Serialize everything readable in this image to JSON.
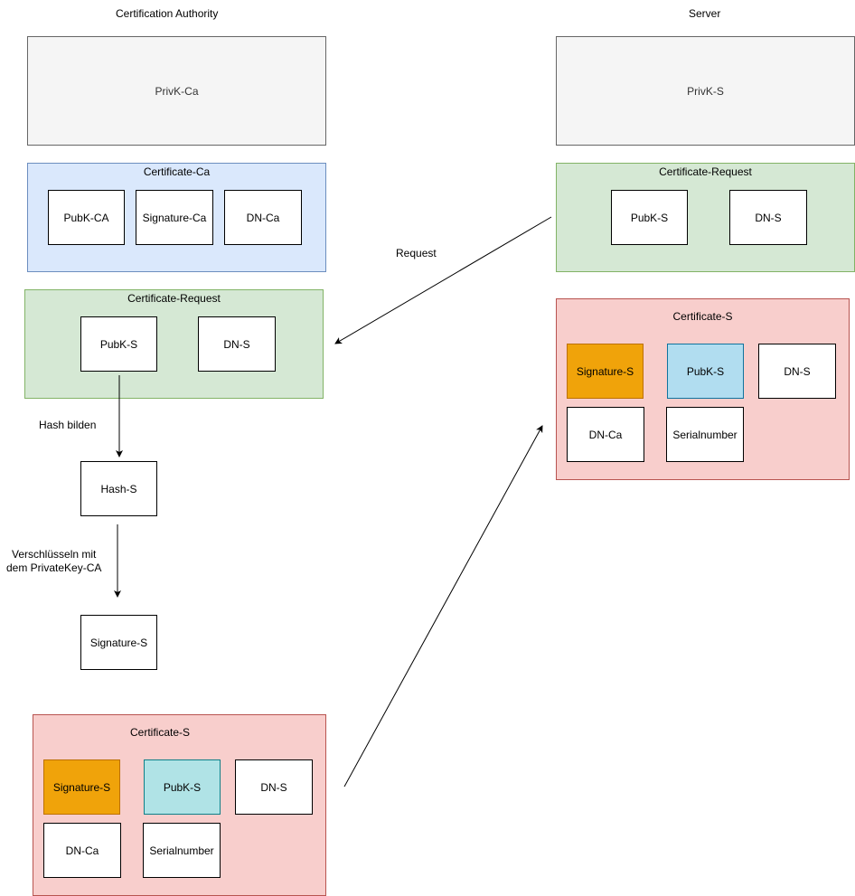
{
  "ca": {
    "title": "Certification Authority",
    "privkey": "PrivK-Ca",
    "certificate": {
      "title": "Certificate-Ca",
      "pubkey": "PubK-CA",
      "signature": "Signature-Ca",
      "dn": "DN-Ca"
    },
    "request": {
      "title": "Certificate-Request",
      "pubkey": "PubK-S",
      "dn": "DN-S"
    },
    "hash_label": "Hash bilden",
    "hash": "Hash-S",
    "encrypt_label_line1": "Verschlüsseln mit",
    "encrypt_label_line2": "dem PrivateKey-CA",
    "signature": "Signature-S",
    "cert_s": {
      "title": "Certificate-S",
      "signature": "Signature-S",
      "pubkey": "PubK-S",
      "dn": "DN-S",
      "dn_ca": "DN-Ca",
      "serial": "Serialnumber"
    }
  },
  "request_label": "Request",
  "server": {
    "title": "Server",
    "privkey": "PrivK-S",
    "request": {
      "title": "Certificate-Request",
      "pubkey": "PubK-S",
      "dn": "DN-S"
    },
    "cert_s": {
      "title": "Certificate-S",
      "signature": "Signature-S",
      "pubkey": "PubK-S",
      "dn": "DN-S",
      "dn_ca": "DN-Ca",
      "serial": "Serialnumber"
    }
  },
  "colors": {
    "grey_fill": "#f5f5f5",
    "blue_fill": "#dae8fc",
    "green_fill": "#d5e8d4",
    "red_fill": "#f8cecc",
    "orange_fill": "#f0a30a",
    "lightblue_fill": "#b1ddf0",
    "cyan_fill": "#b0e3e6"
  }
}
